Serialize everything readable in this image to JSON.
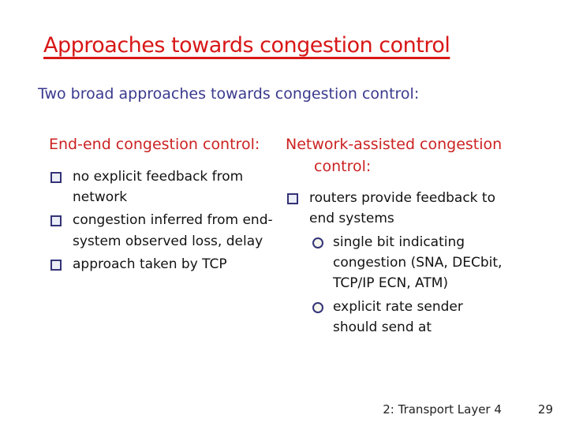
{
  "slide": {
    "title": "Approaches towards congestion control",
    "subtitle": "Two broad approaches towards congestion control:",
    "columns": [
      {
        "heading": "End-end congestion control:",
        "items": [
          {
            "level": 1,
            "text": "no explicit feedback from network"
          },
          {
            "level": 1,
            "text": "congestion inferred from end-system observed loss, delay"
          },
          {
            "level": 1,
            "text": "approach taken by TCP"
          }
        ]
      },
      {
        "heading": "Network-assisted congestion control:",
        "items": [
          {
            "level": 1,
            "text": "routers provide feedback to end systems"
          },
          {
            "level": 2,
            "text": "single bit indicating congestion (SNA, DECbit, TCP/IP ECN, ATM)"
          },
          {
            "level": 2,
            "text": "explicit rate sender should send at"
          }
        ]
      }
    ],
    "footer": {
      "label": "2: Transport Layer 4",
      "page": "29"
    },
    "colors": {
      "title_red": "#d81717",
      "heading_red": "#cc2222",
      "subtitle_blue": "#3a3a8e",
      "body_text": "#121212",
      "bullet_navy": "#333377"
    }
  }
}
